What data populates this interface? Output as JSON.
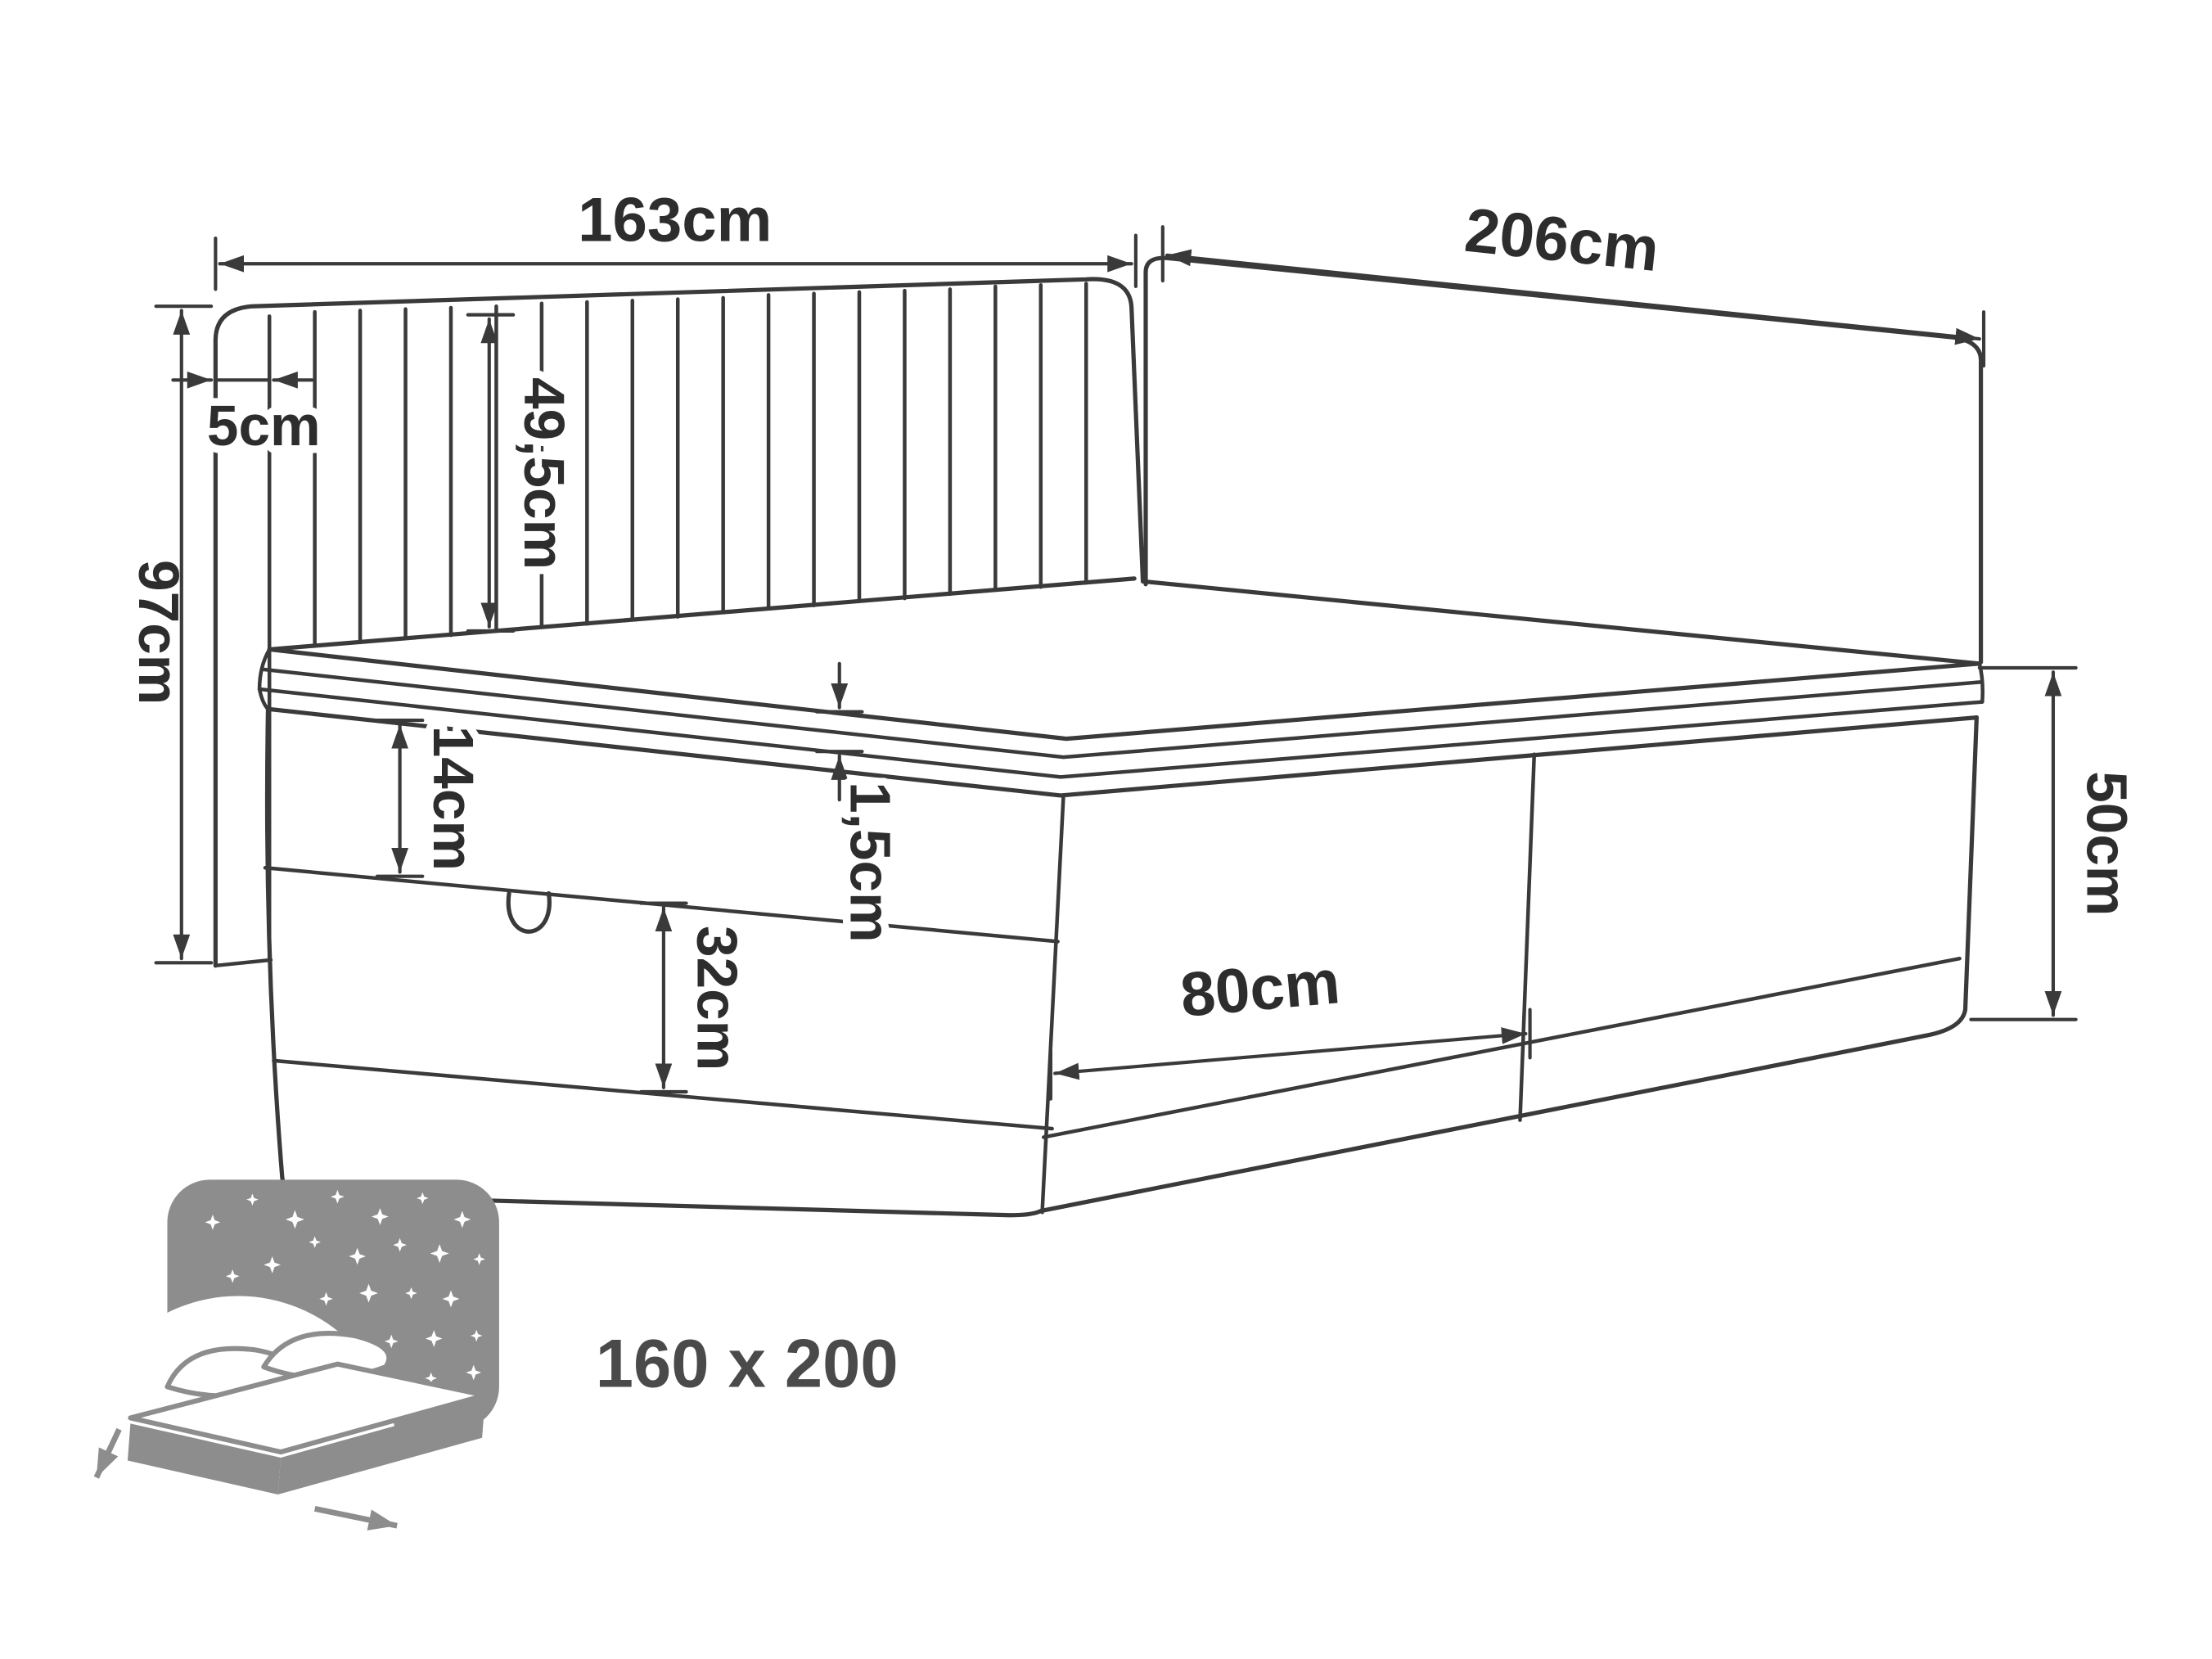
{
  "page": {
    "background": "#ffffff"
  },
  "colors": {
    "line": "#3a3a3a",
    "label": "#2d2d2d",
    "icon_gray": "#8d8d8d",
    "icon_label": "#4a4a4a"
  },
  "drawing": {
    "subject": "upholstered storage bed dimension diagram"
  },
  "labels": {
    "w163": "163cm",
    "d206": "206cm",
    "h97": "97cm",
    "t5": "5cm",
    "h495": "49,5cm",
    "h14": "14cm",
    "t15": "1,5cm",
    "h32": "32cm",
    "h50": "50cm",
    "w80": "80cm",
    "size": "160 x 200"
  }
}
